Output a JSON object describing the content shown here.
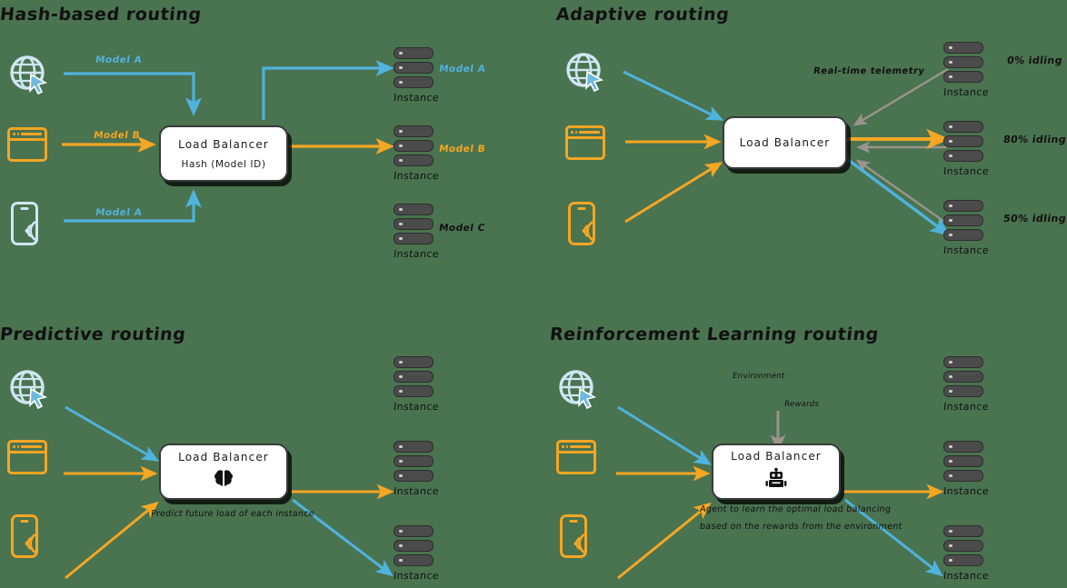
{
  "diagram": {
    "title_font_color": "#111111",
    "colors": {
      "blue": "#4FB3DD",
      "orange": "#F5A623",
      "gray": "#9a948c",
      "server": "#4b4b4b",
      "globe": "#cfe6f2",
      "box_fill": "#ffffff",
      "box_stroke": "#3a3a3a"
    }
  },
  "panels": {
    "hash": {
      "title": "Hash-based routing",
      "balancer": {
        "title": "Load Balancer",
        "subtitle": "Hash (Model ID)"
      },
      "sources": [
        {
          "icon": "globe-cursor-icon",
          "edge_label": "Model A",
          "color": "#4FB3DD"
        },
        {
          "icon": "browser-window-icon",
          "edge_label": "Model B",
          "color": "#F5A623"
        },
        {
          "icon": "mobile-wireless-icon",
          "edge_label": "Model A",
          "color": "#4FB3DD"
        }
      ],
      "targets": [
        {
          "label": "Model A",
          "color": "#4FB3DD",
          "caption": "Instance"
        },
        {
          "label": "Model B",
          "color": "#F5A623",
          "caption": "Instance"
        },
        {
          "label": "Model C",
          "color": "#111111",
          "caption": "Instance"
        }
      ]
    },
    "adaptive": {
      "title": "Adaptive routing",
      "balancer": {
        "title": "Load Balancer",
        "subtitle": ""
      },
      "telemetry_label": "Real-time telemetry",
      "sources": [
        {
          "icon": "globe-cursor-icon",
          "color": "#4FB3DD"
        },
        {
          "icon": "browser-window-icon",
          "color": "#F5A623"
        },
        {
          "icon": "mobile-wireless-icon",
          "color": "#F5A623"
        }
      ],
      "targets": [
        {
          "status": "0% idling",
          "caption": "Instance"
        },
        {
          "status": "80% idling",
          "caption": "Instance"
        },
        {
          "status": "50% idling",
          "caption": "Instance"
        }
      ]
    },
    "predictive": {
      "title": "Predictive routing",
      "balancer": {
        "title": "Load Balancer",
        "glyph": "brain-icon"
      },
      "caption": "Predict future load of each instance",
      "sources": [
        {
          "icon": "globe-cursor-icon",
          "color": "#4FB3DD"
        },
        {
          "icon": "browser-window-icon",
          "color": "#F5A623"
        },
        {
          "icon": "mobile-wireless-icon",
          "color": "#F5A623"
        }
      ],
      "targets": [
        {
          "caption": "Instance"
        },
        {
          "caption": "Instance"
        },
        {
          "caption": "Instance"
        }
      ]
    },
    "reinforcement": {
      "title": "Reinforcement Learning routing",
      "balancer": {
        "title": "Load Balancer",
        "glyph": "robot-icon"
      },
      "environment_label": "Environment",
      "reward_label": "Rewards",
      "caption_line1": "Agent to learn the optimal load balancing",
      "caption_line2": "based on the rewards from the environment",
      "sources": [
        {
          "icon": "globe-cursor-icon",
          "color": "#4FB3DD"
        },
        {
          "icon": "browser-window-icon",
          "color": "#F5A623"
        },
        {
          "icon": "mobile-wireless-icon",
          "color": "#F5A623"
        }
      ],
      "targets": [
        {
          "caption": "Instance"
        },
        {
          "caption": "Instance"
        },
        {
          "caption": "Instance"
        }
      ]
    }
  }
}
